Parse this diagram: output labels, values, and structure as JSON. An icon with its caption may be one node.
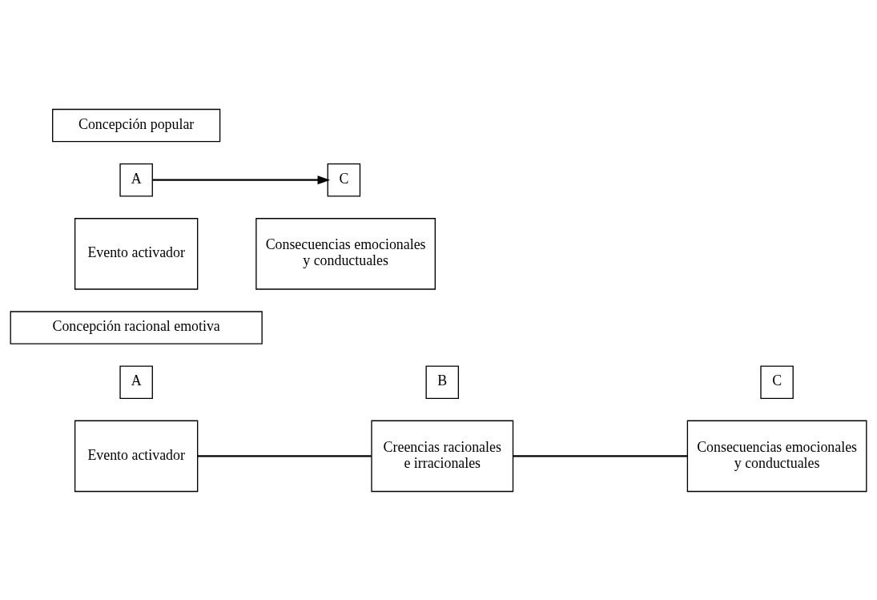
{
  "diagram": {
    "nodes": [
      {
        "text": [
          "Concepción popular"
        ]
      },
      {
        "text": [
          "A"
        ]
      },
      {
        "text": [
          "C"
        ]
      },
      {
        "text": [
          "Evento activador"
        ]
      },
      {
        "text": [
          "Consecuencias emocionales y conductuales"
        ]
      },
      {
        "text": [
          "Concepción racional emotiva"
        ]
      },
      {
        "text": [
          "A"
        ]
      },
      {
        "text": [
          "B"
        ]
      },
      {
        "text": [
          "C"
        ]
      },
      {
        "text": [
          "Evento activador"
        ]
      },
      {
        "text": [
          "Creencias racionales e irracionales"
        ]
      },
      {
        "text": [
          "Consecuencias emocionales y conductuales"
        ]
      }
    ],
    "edges": [
      {
        "from": 1,
        "to": 2,
        "arrow": "to"
      },
      {
        "from": 9,
        "to": 10,
        "arrow": "none"
      },
      {
        "from": 10,
        "to": 11,
        "arrow": "none"
      }
    ]
  }
}
